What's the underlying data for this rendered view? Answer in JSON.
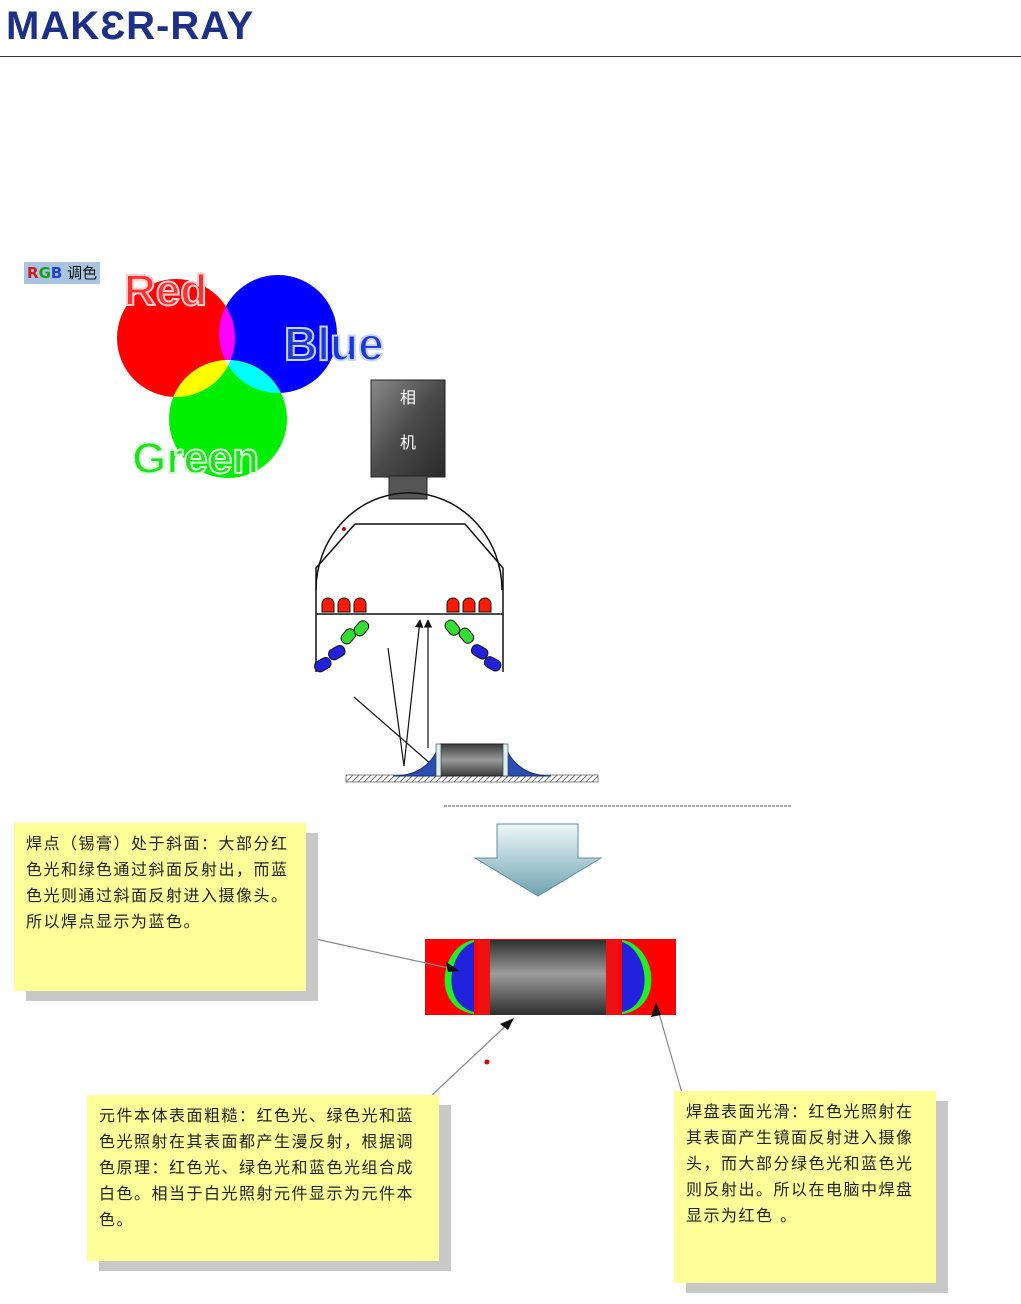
{
  "header": {
    "logo": "MAKƐR-RAY"
  },
  "rgb_legend": {
    "label_r": "R",
    "label_g": "G",
    "label_b": "B",
    "label_rest": " 调色",
    "red_word": "Red",
    "blue_word": "Blue",
    "green_word": "Green",
    "colors": {
      "red": "#ff0000",
      "green": "#00ee00",
      "blue": "#0000ff",
      "yellow": "#ffff00",
      "magenta": "#ff00ff",
      "cyan": "#00ffff",
      "white": "#ffffff"
    }
  },
  "camera": {
    "char1": "相",
    "char2": "机"
  },
  "notes": {
    "solder": "焊点（锡膏）处于斜面：大部分红色光和绿色通过斜面反射出，而蓝色光则通过斜面反射进入摄像头。所以焊点显示为蓝色。",
    "component": "元件本体表面粗糙：红色光、绿色光和蓝色光照射在其表面都产生漫反射，根据调色原理：红色光、绿色光和蓝色光组合成白色。相当于白光照射元件显示为元件本色。",
    "pad": "焊盘表面光滑：红色光照射在其表面产生镜面反射进入摄像头，而大部分绿色光和蓝色光则反射出。所以在电脑中焊盘显示为红色 。"
  }
}
